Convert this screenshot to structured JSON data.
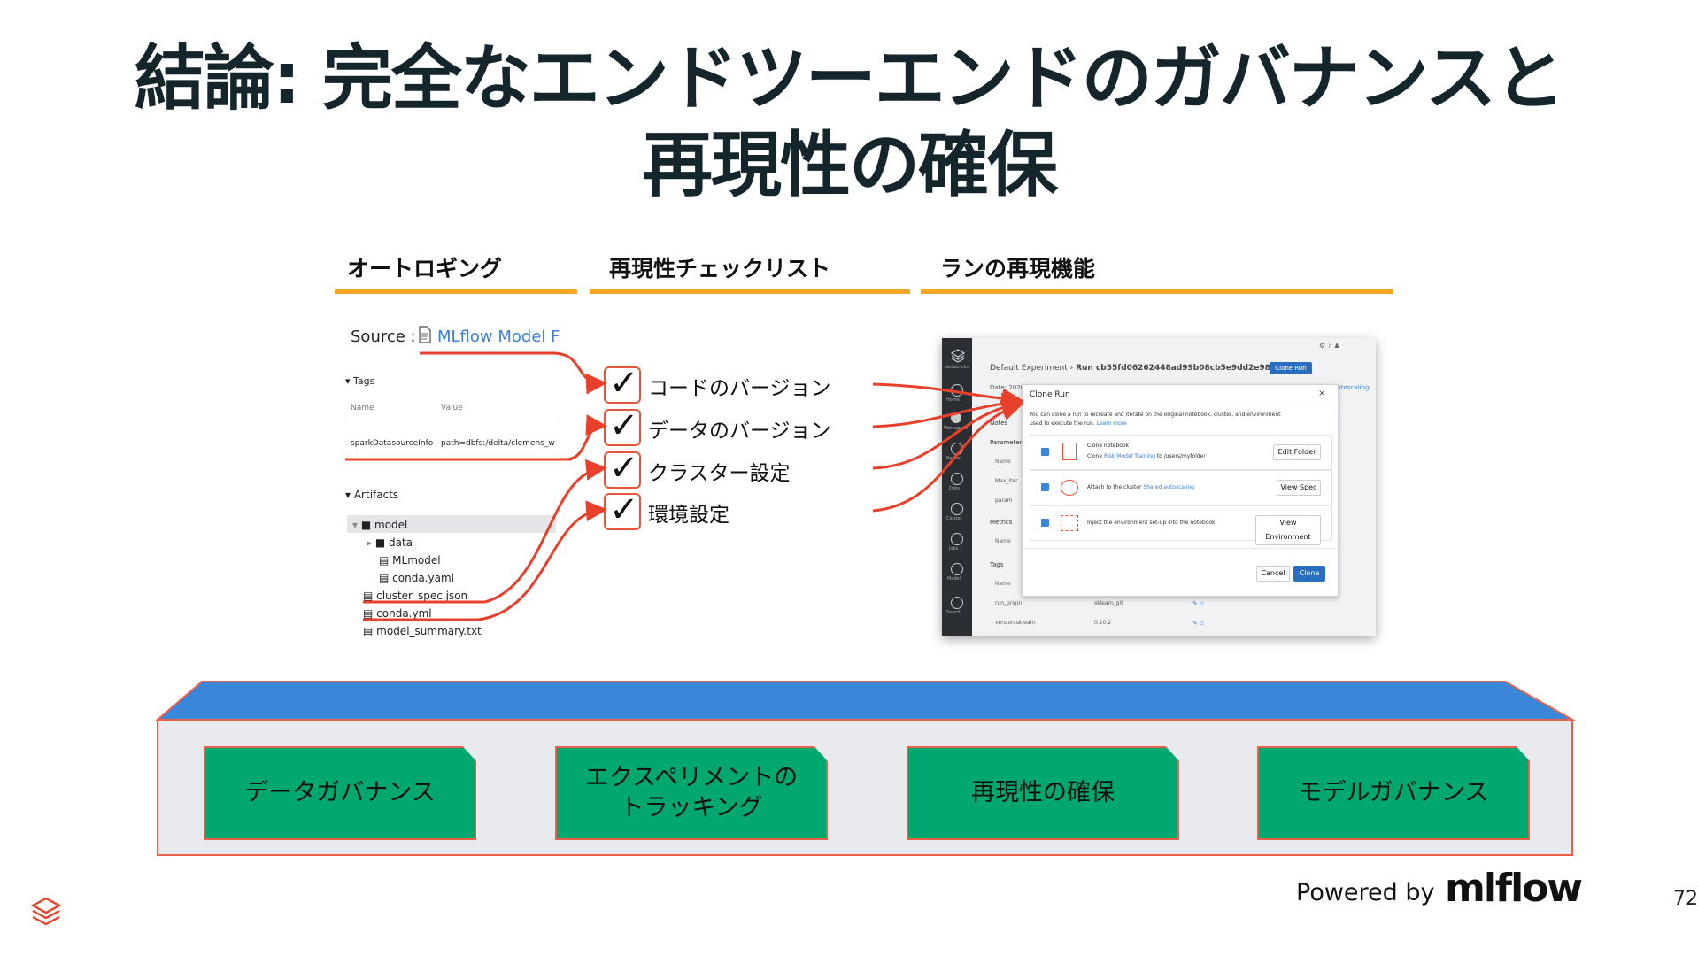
{
  "slide": {
    "title_line1": "結論: 完全なエンドツーエンドのガバナンスと",
    "title_line2": "再現性の確保",
    "page_number": "72",
    "powered_by": "Powered by",
    "mlflow_brand": "mlflow"
  },
  "sections": {
    "autologging": "オートロギング",
    "checklist": "再現性チェックリスト",
    "run_repro": "ランの再現機能"
  },
  "checklist_items": [
    "コードのバージョン",
    "データのバージョン",
    "クラスター設定",
    "環境設定"
  ],
  "check_mark": "✓",
  "left_panel": {
    "source_label": "Source :",
    "source_link": "MLflow Model F",
    "tags_header": "Tags",
    "col_name": "Name",
    "col_value": "Value",
    "tag_name": "sparkDatasourceInfo",
    "tag_value": "path=dbfs:/delta/clemens_w",
    "artifacts_header": "Artifacts",
    "tree": [
      "model",
      "data",
      "MLmodel",
      "conda.yaml",
      "cluster_spec.json",
      "conda.yml",
      "model_summary.txt"
    ]
  },
  "right_panel": {
    "brand": "databricks",
    "breadcrumb": "Default Experiment",
    "run_id": "Run cb55fd06262448ad99b08cb5e9dd2e98",
    "clone_run_btn": "Clone Run",
    "date_label": "Date: 2020",
    "autoscaling": "autoscaling",
    "nav": [
      "Home",
      "Workspace",
      "Recent",
      "Data",
      "Cluster",
      "Jobs",
      "Model",
      "Search"
    ],
    "sections": [
      "Notes",
      "Parameters",
      "Metrics",
      "Tags"
    ],
    "param_rows": [
      "Name",
      "Max_iter",
      "param"
    ],
    "metric_rows": [
      "Name"
    ],
    "tag_rows": [
      {
        "name": "Name",
        "value": ""
      },
      {
        "name": "run_origin",
        "value": "sklearn_git"
      },
      {
        "name": "version.sklearn",
        "value": "0.20.2"
      }
    ],
    "modal": {
      "title": "Clone Run",
      "close": "×",
      "desc_line1": "You can clone a run to recreate and iterate on the original notebook, cluster, and environment",
      "desc_line2": "used to execute the run.",
      "learn_more": "Learn more",
      "row1_title": "Clone notebook",
      "row1_desc": "Clone",
      "row1_link": "Risk Model Training",
      "row1_tail": "to /users/myfolder",
      "row1_btn": "Edit Folder",
      "row2_desc": "Attach to the cluster",
      "row2_link": "Shared autoscaling",
      "row2_btn": "View Spec",
      "row3_desc": "Inject the environment set-up into the notebook",
      "row3_btn": "View Environment",
      "cancel": "Cancel",
      "clone": "Clone"
    }
  },
  "platform_boxes": [
    "データガバナンス",
    "エクスペリメントのトラッキング",
    "再現性の確保",
    "モデルガバナンス"
  ],
  "colors": {
    "accent_orange": "#f5a623",
    "arrow_red": "#e8402b",
    "platform_blue": "#3a86d8",
    "box_green": "#00a76f",
    "title_dark": "#14252b"
  }
}
